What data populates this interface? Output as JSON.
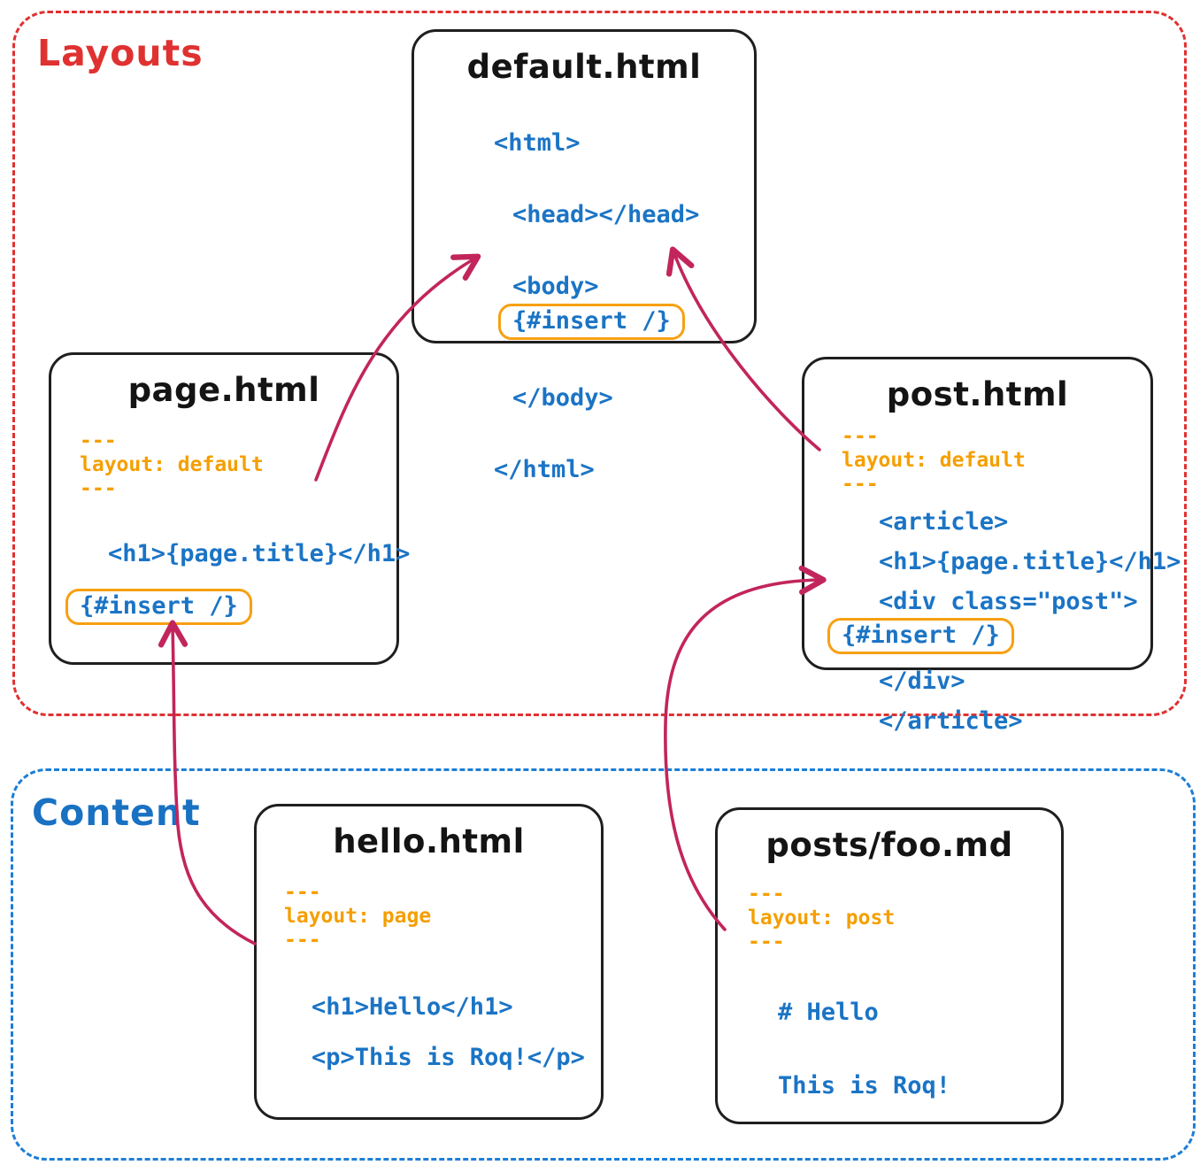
{
  "regions": {
    "layouts": {
      "label": "Layouts"
    },
    "content": {
      "label": "Content"
    }
  },
  "boxes": [
    {
      "id": "default",
      "title": "default.html",
      "lines": [
        {
          "t": "code",
          "text": "<html>",
          "indent": 0
        },
        {
          "t": "code",
          "text": "<head></head>",
          "indent": 1
        },
        {
          "t": "code",
          "text": "<body>",
          "indent": 1
        },
        {
          "t": "insert",
          "text": "{#insert /}",
          "indent": 1
        },
        {
          "t": "code",
          "text": "</body>",
          "indent": 1
        },
        {
          "t": "code",
          "text": "</html>",
          "indent": 0
        }
      ]
    },
    {
      "id": "page",
      "title": "page.html",
      "lines": [
        {
          "t": "fm",
          "text": "---"
        },
        {
          "t": "fm",
          "text": "layout: default"
        },
        {
          "t": "fm",
          "text": "---"
        },
        {
          "t": "gap"
        },
        {
          "t": "code",
          "text": "<h1>{page.title}</h1>",
          "indent": 0
        },
        {
          "t": "gap"
        },
        {
          "t": "insert",
          "text": "{#insert /}",
          "indent": 0
        }
      ]
    },
    {
      "id": "post",
      "title": "post.html",
      "lines": [
        {
          "t": "fm",
          "text": "---"
        },
        {
          "t": "fm",
          "text": "layout: default"
        },
        {
          "t": "fm",
          "text": "---"
        },
        {
          "t": "code",
          "text": "<article>",
          "indent": 0
        },
        {
          "t": "code",
          "text": "<h1>{page.title}</h1>",
          "indent": 0
        },
        {
          "t": "code",
          "text": "<div class=\"post\">",
          "indent": 0
        },
        {
          "t": "insert",
          "text": "{#insert /}",
          "indent": 0
        },
        {
          "t": "code",
          "text": "</div>",
          "indent": 0
        },
        {
          "t": "code",
          "text": "</article>",
          "indent": 0
        }
      ]
    },
    {
      "id": "hello",
      "title": "hello.html",
      "lines": [
        {
          "t": "fm",
          "text": "---"
        },
        {
          "t": "fm",
          "text": "layout: page"
        },
        {
          "t": "fm",
          "text": "---"
        },
        {
          "t": "gap"
        },
        {
          "t": "code",
          "text": "<h1>Hello</h1>",
          "indent": 0
        },
        {
          "t": "code",
          "text": "<p>This is Roq!</p>",
          "indent": 0
        }
      ]
    },
    {
      "id": "foo",
      "title": "posts/foo.md",
      "lines": [
        {
          "t": "fm",
          "text": "---"
        },
        {
          "t": "fm",
          "text": "layout: post"
        },
        {
          "t": "fm",
          "text": "---"
        },
        {
          "t": "gap"
        },
        {
          "t": "code",
          "text": "# Hello",
          "indent": 0
        },
        {
          "t": "gap"
        },
        {
          "t": "code",
          "text": "This is Roq!",
          "indent": 0
        }
      ]
    }
  ],
  "arrows": [
    {
      "name": "page-to-default",
      "from": "page.html",
      "to": "default.html {#insert /}"
    },
    {
      "name": "post-to-default",
      "from": "post.html",
      "to": "default.html {#insert /}"
    },
    {
      "name": "hello-to-page",
      "from": "hello.html",
      "to": "page.html {#insert /}"
    },
    {
      "name": "foo-to-post",
      "from": "posts/foo.md",
      "to": "post.html {#insert /}"
    }
  ],
  "colors": {
    "layouts_region": "#e03131",
    "content_region": "#1c7ed6",
    "code_blue": "#1b74c5",
    "frontmatter_orange": "#f59f00",
    "insert_box_orange": "#f7a011",
    "arrow_pink": "#c2255c",
    "box_border": "#1f1f1f"
  }
}
